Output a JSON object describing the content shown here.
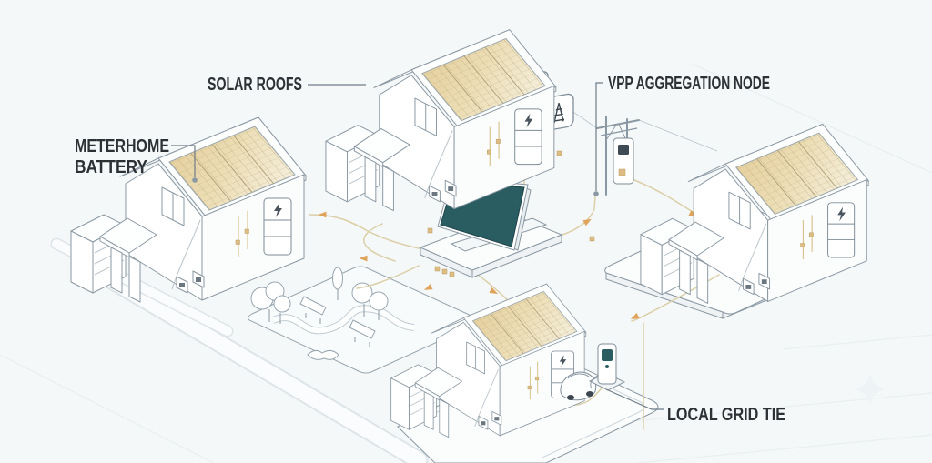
{
  "diagram": {
    "kind": "isometric-vpp-neighborhood-illustration",
    "labels": {
      "meter_home_battery_line1": "METERHOME",
      "meter_home_battery_line2": "BATTERY",
      "solar_roofs": "SOLAR ROOFS",
      "vpp_aggregation_node": "VPP AGGREGATION NODE",
      "local_grid_tie": "LOCAL GRID TIE"
    },
    "icons": [
      "lightning-bolt-icon",
      "transmission-tower-icon",
      "battery-badge-icon",
      "sparkle-icon"
    ],
    "components": [
      "solar-home-1",
      "solar-home-2",
      "solar-home-3",
      "solar-home-4",
      "home-battery",
      "solar-roof",
      "vpp-aggregation-pole",
      "central-display-panel",
      "ev-charger",
      "electric-car",
      "neighborhood-park",
      "road",
      "energy-flow-traces"
    ],
    "colors": {
      "background": "#f5f8f8",
      "outline": "#8a98a3",
      "label_text": "#2c3136",
      "solar_panel": "#e6d1a0",
      "solar_panel_light": "#f3ecd6",
      "flow_trace": "#dbcfa8",
      "flow_arrow": "#e0a35c",
      "junction_gold": "#ddbd84",
      "screen_teal": "#2a5d62"
    }
  }
}
